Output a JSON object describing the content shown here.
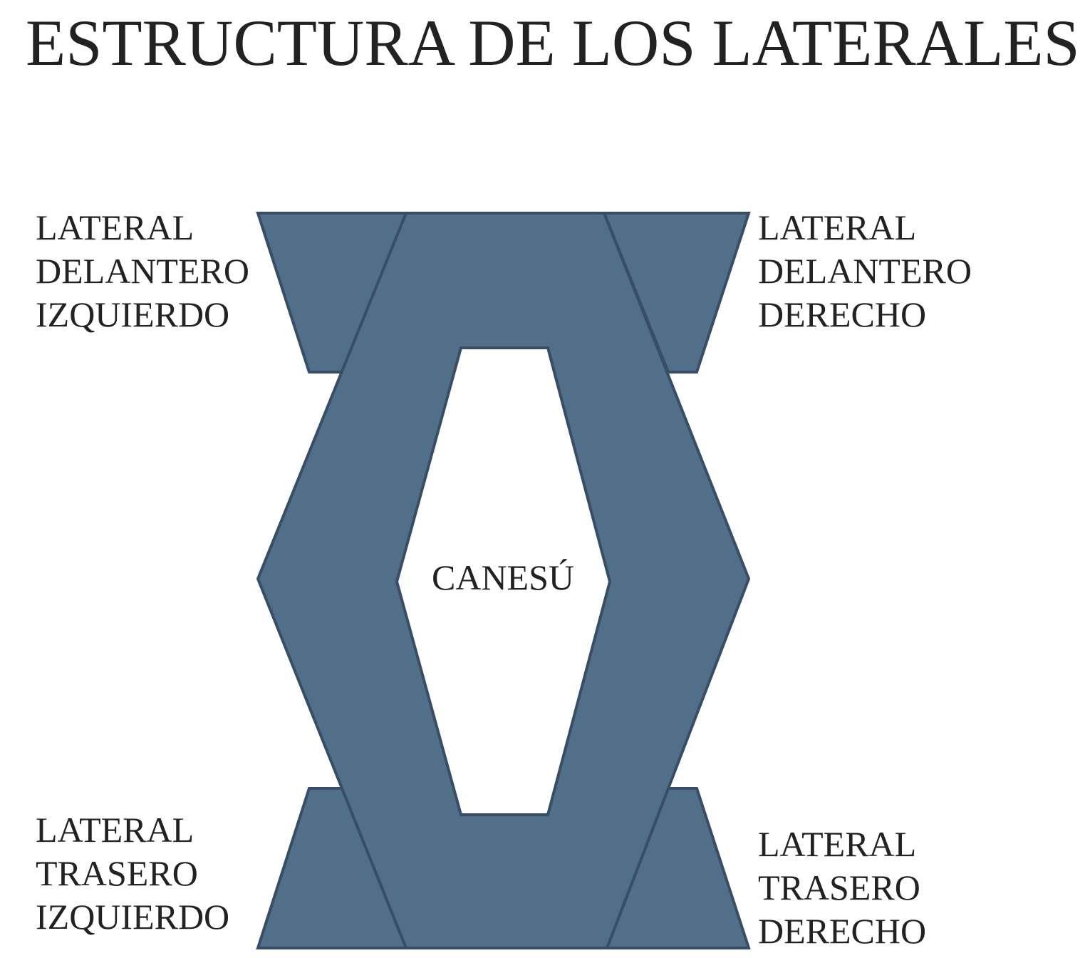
{
  "title": "ESTRUCTURA DE LOS LATERALES",
  "colors": {
    "fill": "#516f89",
    "stroke": "#384e66",
    "text": "#222222"
  },
  "labels": {
    "front_left": [
      "LATERAL",
      "DELANTERO",
      "IZQUIERDO"
    ],
    "front_right": [
      "LATERAL",
      "DELANTERO",
      "DERECHO"
    ],
    "back_left": [
      "LATERAL",
      "TRASERO",
      "IZQUIERDO"
    ],
    "back_right": [
      "LATERAL",
      "TRASERO",
      "DERECHO"
    ],
    "center": "CANESÚ"
  }
}
